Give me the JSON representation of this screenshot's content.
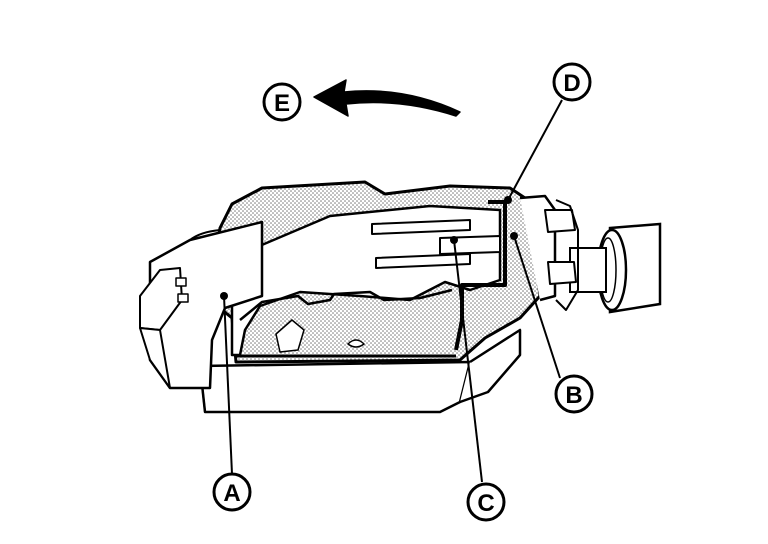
{
  "diagram": {
    "callouts": {
      "a": "A",
      "b": "B",
      "c": "C",
      "d": "D",
      "e": "E"
    },
    "colors": {
      "line": "#000000",
      "background": "#ffffff",
      "stipple": "#6e6e6e"
    }
  }
}
